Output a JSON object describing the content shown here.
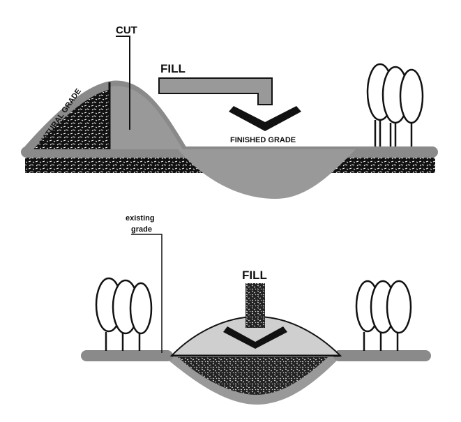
{
  "top": {
    "cut_label": "CUT",
    "fill_label": "FILL",
    "natural_grade_label": "NATURAL GRADE",
    "finished_grade_label": "FINISHED GRADE"
  },
  "bottom": {
    "existing_grade_label_line1": "existing",
    "existing_grade_label_line2": "grade",
    "fill_label": "FILL"
  },
  "colors": {
    "ground_gray": "#8a8a8a",
    "fill_gray": "#999999",
    "light_fill": "#cfcfcf",
    "ink": "#111111"
  }
}
